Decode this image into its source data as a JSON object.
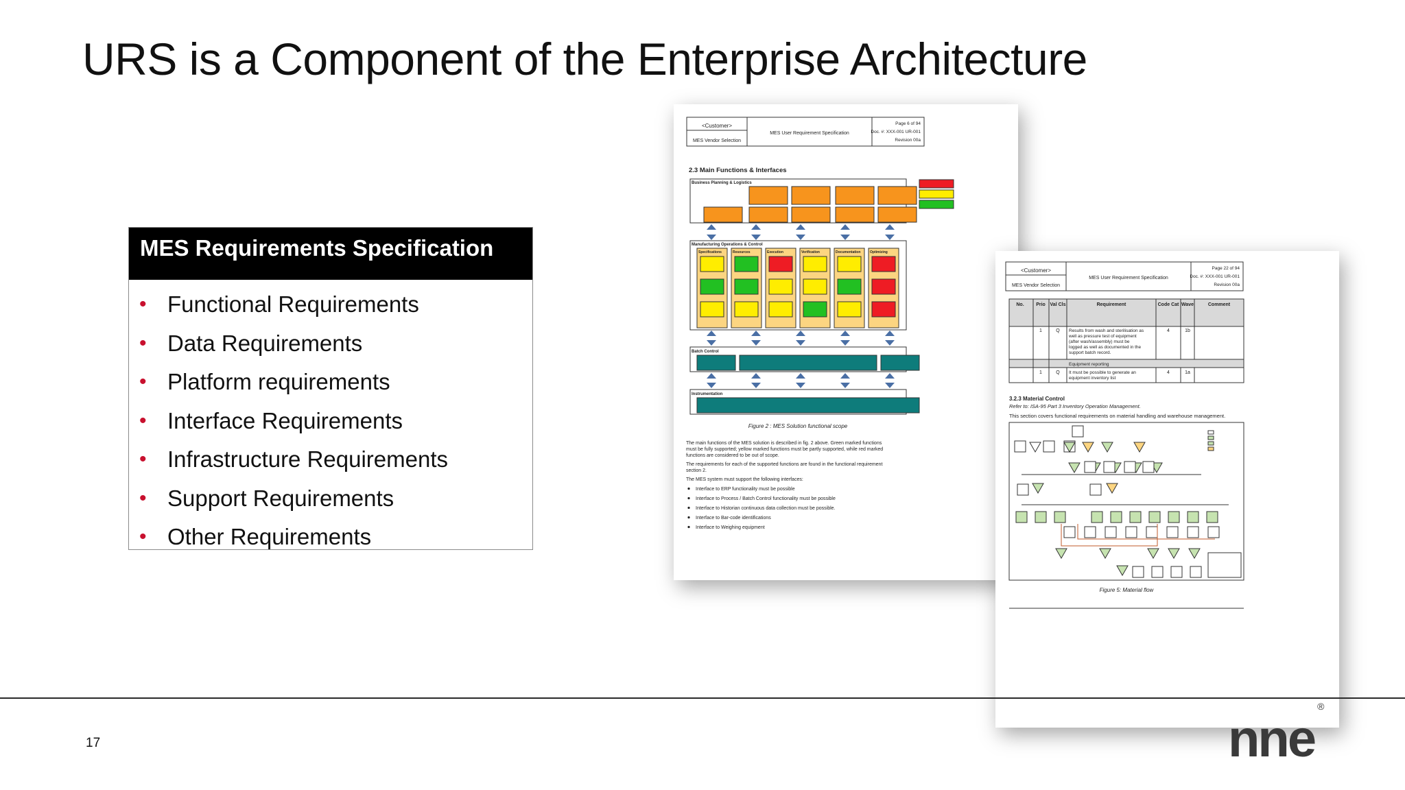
{
  "slide": {
    "title": "URS is a Component of the Enterprise Architecture",
    "page_number": "17",
    "logo_text": "nne",
    "logo_mark": "®"
  },
  "requirements_box": {
    "title": "MES Requirements Specification",
    "bullet_color": "#c8102e",
    "items": [
      "Functional Requirements",
      "Data Requirements",
      "Platform requirements",
      "Interface Requirements",
      "Infrastructure Requirements",
      "Support Requirements",
      "Other Requirements"
    ]
  },
  "document_1": {
    "customer": "<Customer>",
    "vendor_selection": "MES Vendor Selection",
    "doc_title": "MES User Requirement Specification",
    "page": "Page 6 of 94",
    "doc_no": "Doc. #: XXX-001 UR-001",
    "revision": "Revision 00a",
    "section": "2.3   Main Functions & Interfaces",
    "bpl_label": "Business Planning & Logistics",
    "mfg_label": "Manufacturing Operations & Control",
    "batch_label": "Batch Control",
    "instr_label": "Instrumentation",
    "figure_caption": "Figure 2 : MES Solution functional scope",
    "para1": [
      "The main functions of the MES solution is described in fig. 2 above. Green marked functions",
      "must be fully supported; yellow marked functions must be partly supported, while red marked",
      "functions are considered to be out of scope."
    ],
    "para2": [
      "The requirements for each of the supported functions are found in the functional requirement",
      "section 2."
    ],
    "para3": "The MES system must support the following interfaces:",
    "interfaces": [
      "Interface to ERP functionality must be possible",
      "Interface to Process / Batch Control functionality must be possible",
      "Interface to Historian continuous data collection must be possible.",
      "Interface to Bar-code identifications",
      "Interface to Weighing equipment"
    ],
    "columns": [
      "Specifications",
      "Resources",
      "Execution",
      "Verification",
      "Documentation",
      "Optimizing"
    ]
  },
  "document_2": {
    "customer": "<Customer>",
    "vendor_selection": "MES Vendor Selection",
    "doc_title": "MES User Requirement Specification",
    "page": "Page 22 of 94",
    "doc_no": "Doc. #: XXX-001 UR-001",
    "revision": "Revision 00a",
    "table_headers": [
      "No.",
      "Prio",
      "Val Cls",
      "Requirement",
      "Code Cat",
      "Wave",
      "Comment"
    ],
    "row1": {
      "prio": "1",
      "val": "Q",
      "requirement": [
        "Results from wash and sterilisation as",
        "well as pressure test of equipment",
        "(after wash/assembly) must be",
        "logged as well as documented in the",
        "support batch record."
      ],
      "code": "4",
      "wave": "1b"
    },
    "group_label": "Equipment reporting",
    "row2": {
      "prio": "1",
      "val": "Q",
      "requirement": [
        "It must be possible to generate an",
        "equipment inventory list"
      ],
      "code": "4",
      "wave": "1a"
    },
    "section": "3.2.3   Material Control",
    "refer": "Refer to: ISA-95 Part 3 Inventory Operation Management.",
    "intro": "This section covers functional requirements on material handling and warehouse management.",
    "figure_caption": "Figure 5: Material flow"
  }
}
